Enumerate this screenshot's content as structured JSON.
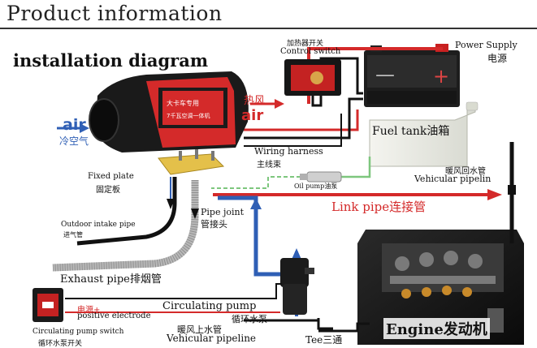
{
  "header": {
    "title": "Product information"
  },
  "diagram": {
    "title": "installation diagram",
    "labels": {
      "air_left_en": "air",
      "air_left_cn": "冷空气",
      "hot_air_cn": "热风",
      "hot_air_en": "air",
      "control_switch_cn": "加热器开关",
      "control_switch_en": "Control switch",
      "power_supply_en": "Power Supply",
      "power_supply_cn": "电源",
      "fuel_tank": "Fuel tank油箱",
      "wiring_harness_en": "Wiring harness",
      "wiring_harness_cn": "主线束",
      "fixed_plate_en": "Fixed plate",
      "fixed_plate_cn": "固定板",
      "oil_pump": "Oil pump油泵",
      "return_pipe_cn": "暖风回水管",
      "return_pipe_en": "Vehicular pipelin",
      "link_pipe": "Link pipe连接管",
      "pipe_joint_en": "Pipe joint",
      "pipe_joint_cn": "管接头",
      "outdoor_intake_en": "Outdoor intake pipe",
      "outdoor_intake_cn": "进气管",
      "exhaust_pipe": "Exhaust pipe排烟管",
      "power_plus": "电源+",
      "positive_electrode": "positive electrode",
      "circulating_pump_en": "Circulating pump",
      "circulating_pump_cn": "循环水泵",
      "pump_switch_en": "Circulating pump switch",
      "pump_switch_cn": "循环水泵开关",
      "upper_pipe_cn": "暖风上水管",
      "upper_pipe_en": "Vehicular pipeline",
      "tee": "Tee三通",
      "engine": "Engine发动机",
      "heater_sticker": "大卡车专用\n7千瓦空调一体机"
    }
  },
  "colors": {
    "red": "#d42a2a",
    "blue": "#2f5fb5",
    "green": "#7dc67d",
    "black": "#111111"
  }
}
